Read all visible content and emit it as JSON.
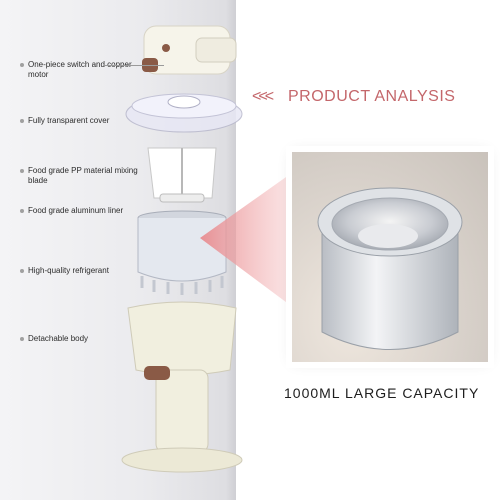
{
  "callouts": {
    "motor": "One-piece switch and copper motor",
    "cover": "Fully transparent cover",
    "blade": "Food grade PP material mixing blade",
    "liner": "Food grade aluminum liner",
    "refrigerant": "High-quality refrigerant",
    "body": "Detachable body"
  },
  "heading": {
    "chevrons": "<<<",
    "title": "PRODUCT ANALYSIS"
  },
  "capacity": "1000ML LARGE CAPACITY",
  "colors": {
    "accent": "#c4676b",
    "beam": "#f2b9bb",
    "appliance": "#f1efdf",
    "liner": "#e4e8ef",
    "knob": "#8a5a46"
  }
}
